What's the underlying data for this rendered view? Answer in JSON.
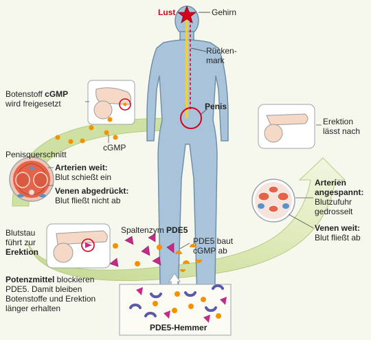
{
  "labels": {
    "lust": "Lust",
    "gehirn": "Gehirn",
    "rueckenmark_1": "Rücken-",
    "rueckenmark_2": "mark",
    "penis": "Penis",
    "botenstoff_pre": "Botenstoff ",
    "botenstoff_bold": "cGMP",
    "botenstoff_2": "wird freigesetzt",
    "cgmp": "cGMP",
    "penisquerschnitt": "Penisquerschnitt",
    "arterien_weit": "Arterien weit:",
    "blut_schiesst": "Blut schießt ein",
    "venen_abgedrueckt": "Venen abgedrückt:",
    "blut_fliesst_nicht": "Blut fließt nicht ab",
    "blutstau_1": "Blutstau",
    "blutstau_2": "führt zur",
    "blutstau_3": "Erektion",
    "spaltenzym_pre": "Spaltenzym ",
    "spaltenzym_bold": "PDE5",
    "pde5_baut_1": "PDE5 baut",
    "pde5_baut_2": "cGMP ab",
    "erektion_laesst_1": "Erektion",
    "erektion_laesst_2": "lässt nach",
    "arterien_angespannt_1": "Arterien",
    "arterien_angespannt_2": "angespannt:",
    "blutzufuhr_1": "Blutzufuhr",
    "blutzufuhr_2": "gedrosselt",
    "venen_weit": "Venen weit:",
    "blut_fliesst_ab": "Blut fließt ab",
    "potenz_bold": "Potenzmittel",
    "potenz_1": " blockieren",
    "potenz_2": "PDE5. Damit bleiben",
    "potenz_3": "Botenstoffe und Erektion",
    "potenz_4": "länger erhalten",
    "pde5_hemmer": "PDE5-Hemmer"
  },
  "colors": {
    "background": "#f6f8ee",
    "body_fill": "#a9c4da",
    "body_stroke": "#6f8fa8",
    "arrow_green": "#cfe0a3",
    "arrow_light": "#eef4d8",
    "accent_red": "#d6001c",
    "spinal_yellow": "#f7d21e",
    "cgmp_orange": "#f39200",
    "pde5_magenta": "#c42a86",
    "inhibitor_purple": "#5a5aa8",
    "section_red": "#e4644a",
    "section_blue": "#5a92c8",
    "penis_skin": "#f6d8c6"
  },
  "icons": [
    "star-icon",
    "human-body-figure",
    "penis-cross-section",
    "penis-side-view",
    "pde5-enzyme",
    "cgmp-molecule",
    "pde5-inhibitor"
  ]
}
